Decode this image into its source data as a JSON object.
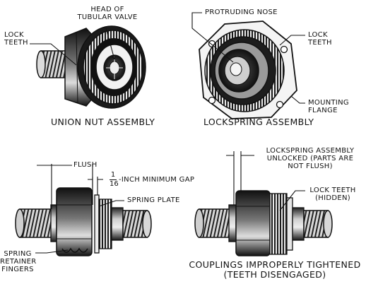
{
  "panels": {
    "union_nut": {
      "caption": "UNION NUT ASSEMBLY",
      "head_label_1": "HEAD OF",
      "head_label_2": "TUBULAR VALVE",
      "lock_label_1": "LOCK",
      "lock_label_2": "TEETH"
    },
    "lockspring": {
      "caption": "LOCKSPRING ASSEMBLY",
      "nose_label": "PROTRUDING NOSE",
      "lock_label_1": "LOCK",
      "lock_label_2": "TEETH",
      "flange_label_1": "MOUNTING",
      "flange_label_2": "FLANGE"
    },
    "tightened": {
      "flush_label": "FLUSH",
      "frac_num": "1",
      "frac_den": "16",
      "gap_label": "-INCH MINIMUM GAP",
      "plate_label": "SPRING PLATE",
      "retainer_1": "SPRING",
      "retainer_2": "RETAINER",
      "retainer_3": "FINGERS"
    },
    "improper": {
      "unlocked_1": "LOCKSPRING ASSEMBLY",
      "unlocked_2": "UNLOCKED (PARTS ARE",
      "unlocked_3": "NOT FLUSH)",
      "teeth_1": "LOCK TEETH",
      "teeth_2": "(HIDDEN)",
      "caption_1": "COUPLINGS IMPROPERLY TIGHTENED",
      "caption_2": "(TEETH DISENGAGED)"
    }
  }
}
